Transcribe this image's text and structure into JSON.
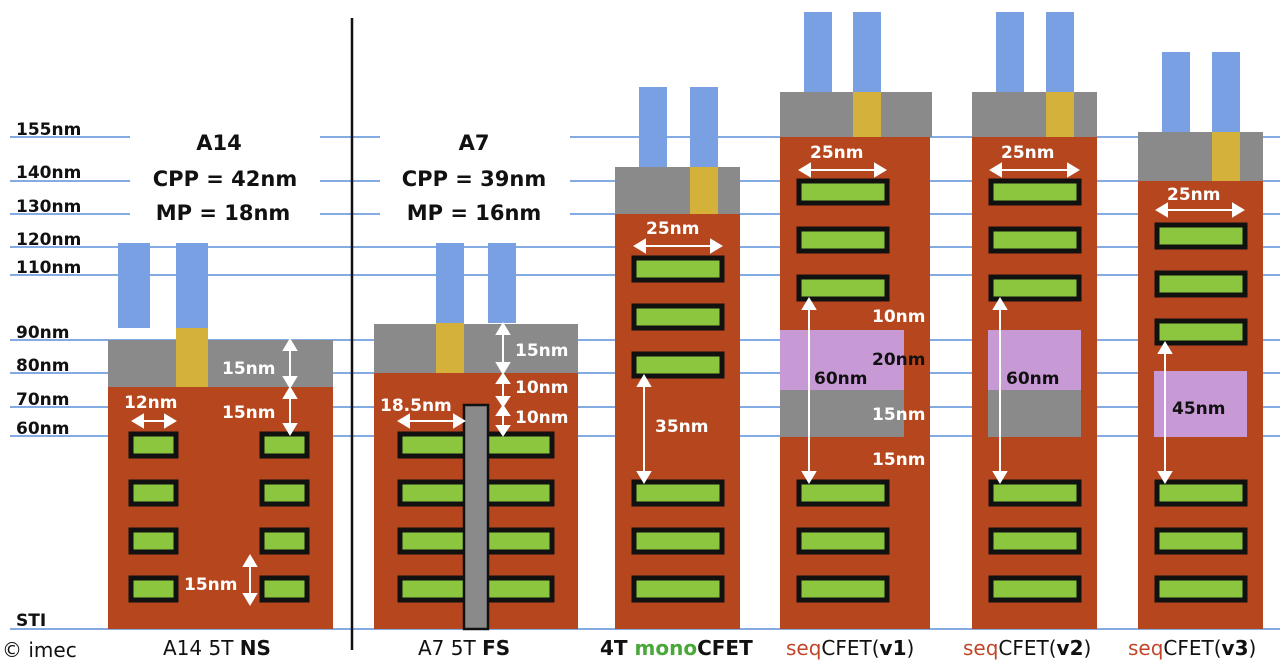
{
  "levels": [
    {
      "label": "155nm"
    },
    {
      "label": "140nm"
    },
    {
      "label": "130nm"
    },
    {
      "label": "120nm"
    },
    {
      "label": "110nm"
    },
    {
      "label": "90nm"
    },
    {
      "label": "80nm"
    },
    {
      "label": "70nm"
    },
    {
      "label": "60nm"
    },
    {
      "label": "STI"
    }
  ],
  "nodes": {
    "a14": {
      "name": "A14",
      "cpp": "CPP = 42nm",
      "mp": "MP = 18nm"
    },
    "a7": {
      "name": "A7",
      "cpp": "CPP = 39nm",
      "mp": "MP = 16nm"
    }
  },
  "dimensions": {
    "a14_top": "15nm",
    "a14_mid": "15nm",
    "a14_width": "12nm",
    "a14_sheet": "15nm",
    "a7_top": "15nm",
    "a7_mid1": "10nm",
    "a7_mid2": "10nm",
    "a7_width": "18.5nm",
    "mono_width": "25nm",
    "mono_sep": "35nm",
    "v1_width": "25nm",
    "v1_a": "10nm",
    "v1_b": "20nm",
    "v1_c": "15nm",
    "v1_d": "15nm",
    "v1_sep": "60nm",
    "v2_width": "25nm",
    "v2_sep": "60nm",
    "v3_width": "25nm",
    "v3_sep": "45nm"
  },
  "footer": {
    "copyright": "© imec",
    "a14": {
      "plain": "A14 5T ",
      "bold": "NS"
    },
    "a7": {
      "plain": "A7 5T ",
      "bold": "FS"
    },
    "mono": {
      "part1": "4T ",
      "part2": "mono",
      "part3": "CFET"
    },
    "v1": {
      "seq": "seq",
      "rest": "CFET(",
      "ver": "v1",
      "close": ")"
    },
    "v2": {
      "seq": "seq",
      "rest": "CFET(",
      "ver": "v2",
      "close": ")"
    },
    "v3": {
      "seq": "seq",
      "rest": "CFET(",
      "ver": "v3",
      "close": ")"
    }
  },
  "colors": {
    "rust": "#b5461d",
    "gray": "#8a8a8a",
    "green": "#8cc63f",
    "gold": "#d4b13a",
    "blue": "#78a0e3",
    "purple": "#c79ad6",
    "line": "#5b8fd9",
    "seq": "#c0462a",
    "mono": "#4aa83a"
  }
}
